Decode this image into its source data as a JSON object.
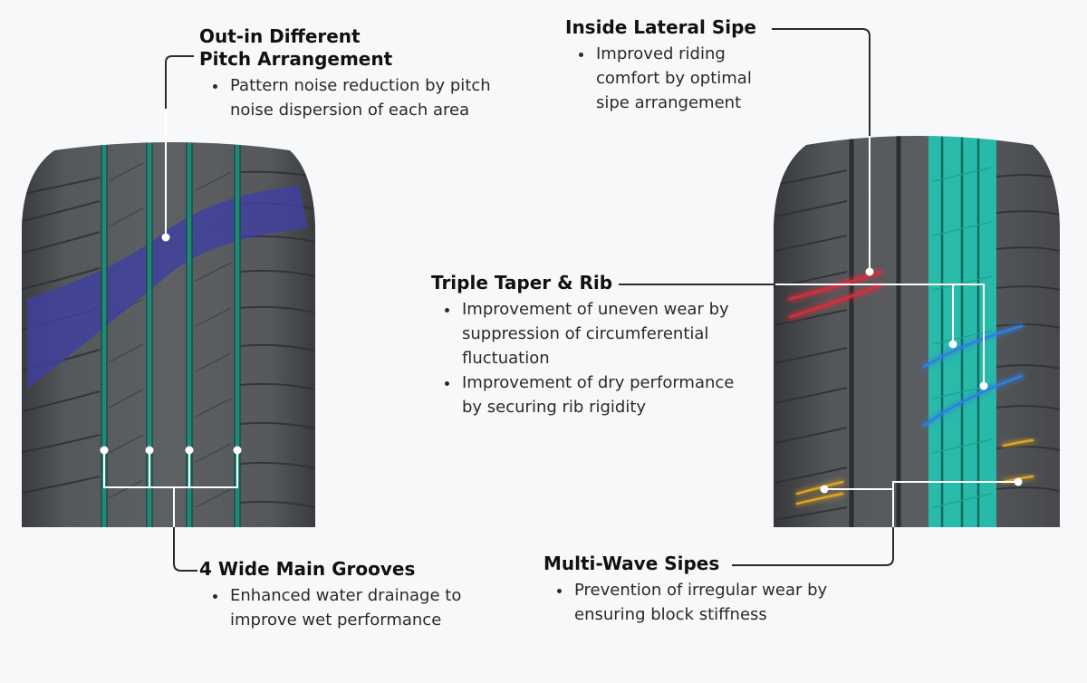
{
  "features": {
    "pitch": {
      "title": "Out-in Different Pitch Arrangement",
      "bullets": [
        "Pattern noise reduction by pitch noise dispersion of each area"
      ]
    },
    "grooves": {
      "title": "4 Wide Main Grooves",
      "bullets": [
        "Enhanced water drainage to improve wet performance"
      ]
    },
    "lateral_sipe": {
      "title": "Inside Lateral Sipe",
      "bullets": [
        "Improved riding comfort by optimal sipe arrangement"
      ]
    },
    "taper_rib": {
      "title": "Triple Taper & Rib",
      "bullets": [
        "Improvement of uneven wear by suppression of circumferential fluctuation",
        "Improvement of dry performance by securing rib rigidity"
      ]
    },
    "multi_wave": {
      "title": "Multi-Wave Sipes",
      "bullets": [
        "Prevention of irregular wear by ensuring block stiffness"
      ]
    }
  },
  "colors": {
    "groove_highlight": "#1f8a78",
    "pitch_highlight": "#3f3fa0",
    "rib_highlight": "#22c7b3",
    "lateral_sipe_highlight": "#e02a3a",
    "taper_highlight": "#2f7fe0",
    "multi_wave_highlight": "#e0a520",
    "tire_rubber": "#4e5053",
    "leader_line": "#2a2a2a"
  }
}
